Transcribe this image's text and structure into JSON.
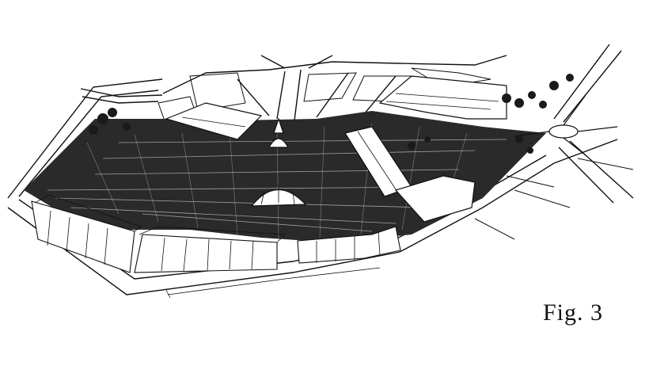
{
  "figure": {
    "caption": "Fig. 3",
    "kind": "aerial-perspective-illustration",
    "style": "black-and-white line drawing",
    "colors": {
      "ink": "#111111",
      "paper": "#ffffff"
    }
  }
}
